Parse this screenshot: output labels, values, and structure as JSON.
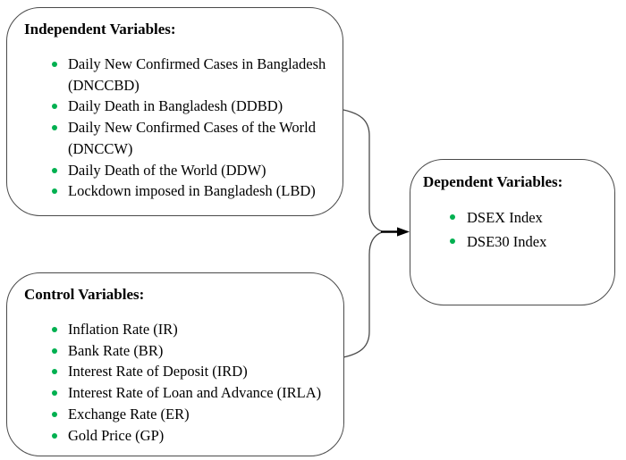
{
  "figure": {
    "boxes": [
      {
        "title": "Independent Variables:",
        "items": [
          "Daily New Confirmed Cases in Bangladesh\n(DNCCBD)",
          "Daily Death in Bangladesh (DDBD)",
          "Daily New Confirmed Cases of the World\n(DNCCW)",
          "Daily Death of the World (DDW)",
          "Lockdown imposed in Bangladesh (LBD)"
        ]
      },
      {
        "title": "Control Variables:",
        "items": [
          "Inflation Rate (IR)",
          "Bank Rate (BR)",
          "Interest Rate of Deposit (IRD)",
          "Interest Rate of Loan and Advance (IRLA)",
          "Exchange Rate (ER)",
          "Gold Price (GP)"
        ]
      },
      {
        "title": "Dependent Variables:",
        "items": [
          "DSEX Index",
          "DSE30 Index"
        ]
      }
    ],
    "colors": {
      "bullet": "#00B050",
      "box_border": "#4a4a4a",
      "arrow": "#000000",
      "text": "#000000",
      "background": "#ffffff"
    }
  }
}
